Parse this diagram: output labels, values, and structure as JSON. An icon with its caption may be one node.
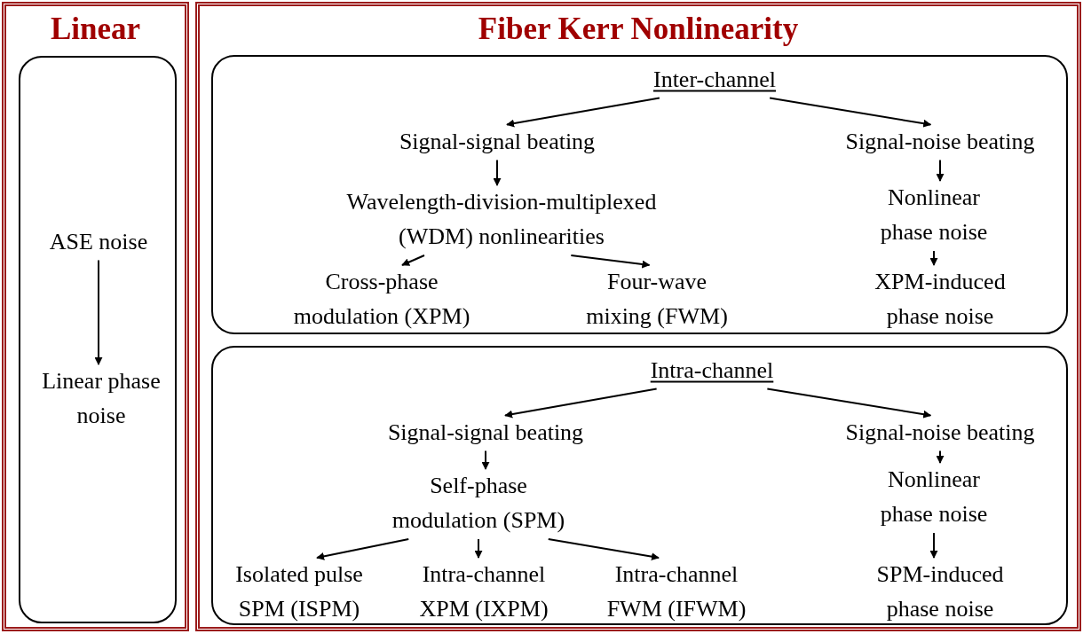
{
  "diagram": {
    "nodes": [
      {
        "text": [
          "Linear"
        ]
      },
      {
        "text": [],
        "shape": "box",
        "in": 0
      },
      {
        "text": [
          "ASE noise"
        ],
        "in": 1
      },
      {
        "text": [
          "Linear phase noise"
        ],
        "in": 1
      },
      {
        "text": [
          "Fiber Kerr Nonlinearity"
        ]
      },
      {
        "text": [],
        "shape": "box",
        "in": 4
      },
      {
        "text": [
          "Inter-channel"
        ],
        "in": 5
      },
      {
        "text": [
          "Signal-signal beating"
        ],
        "in": 5
      },
      {
        "text": [
          "Signal-noise beating"
        ],
        "in": 5
      },
      {
        "text": [
          "Wavelength-division-multiplexed (WDM) nonlinearities"
        ],
        "in": 5
      },
      {
        "text": [
          "Nonlinear phase noise"
        ],
        "in": 5
      },
      {
        "text": [
          "Cross-phase modulation (XPM)"
        ],
        "in": 5
      },
      {
        "text": [
          "Four-wave mixing (FWM)"
        ],
        "in": 5
      },
      {
        "text": [
          "XPM-induced phase noise"
        ],
        "in": 5
      },
      {
        "text": [],
        "shape": "box",
        "in": 4
      },
      {
        "text": [
          "Intra-channel"
        ],
        "in": 14
      },
      {
        "text": [
          "Signal-signal beating"
        ],
        "in": 14
      },
      {
        "text": [
          "Signal-noise beating"
        ],
        "in": 14
      },
      {
        "text": [
          "Self-phase modulation (SPM)"
        ],
        "in": 14
      },
      {
        "text": [
          "Nonlinear phase noise"
        ],
        "in": 14
      },
      {
        "text": [
          "Isolated pulse SPM (ISPM)"
        ],
        "in": 14
      },
      {
        "text": [
          "Intra-channel XPM (IXPM)"
        ],
        "in": 14
      },
      {
        "text": [
          "Intra-channel FWM (IFWM)"
        ],
        "in": 14
      },
      {
        "text": [
          "SPM-induced phase noise"
        ],
        "in": 14
      }
    ],
    "edges": [
      {
        "from": 2,
        "to": 3,
        "arrow": "to"
      },
      {
        "from": 6,
        "to": 7,
        "arrow": "to"
      },
      {
        "from": 6,
        "to": 8,
        "arrow": "to"
      },
      {
        "from": 7,
        "to": 9,
        "arrow": "to"
      },
      {
        "from": 9,
        "to": 11,
        "arrow": "to"
      },
      {
        "from": 9,
        "to": 12,
        "arrow": "to"
      },
      {
        "from": 8,
        "to": 10,
        "arrow": "to"
      },
      {
        "from": 10,
        "to": 13,
        "arrow": "to"
      },
      {
        "from": 15,
        "to": 16,
        "arrow": "to"
      },
      {
        "from": 15,
        "to": 17,
        "arrow": "to"
      },
      {
        "from": 16,
        "to": 18,
        "arrow": "to"
      },
      {
        "from": 18,
        "to": 20,
        "arrow": "to"
      },
      {
        "from": 18,
        "to": 21,
        "arrow": "to"
      },
      {
        "from": 18,
        "to": 22,
        "arrow": "to"
      },
      {
        "from": 17,
        "to": 19,
        "arrow": "to"
      },
      {
        "from": 19,
        "to": 23,
        "arrow": "to"
      }
    ]
  }
}
